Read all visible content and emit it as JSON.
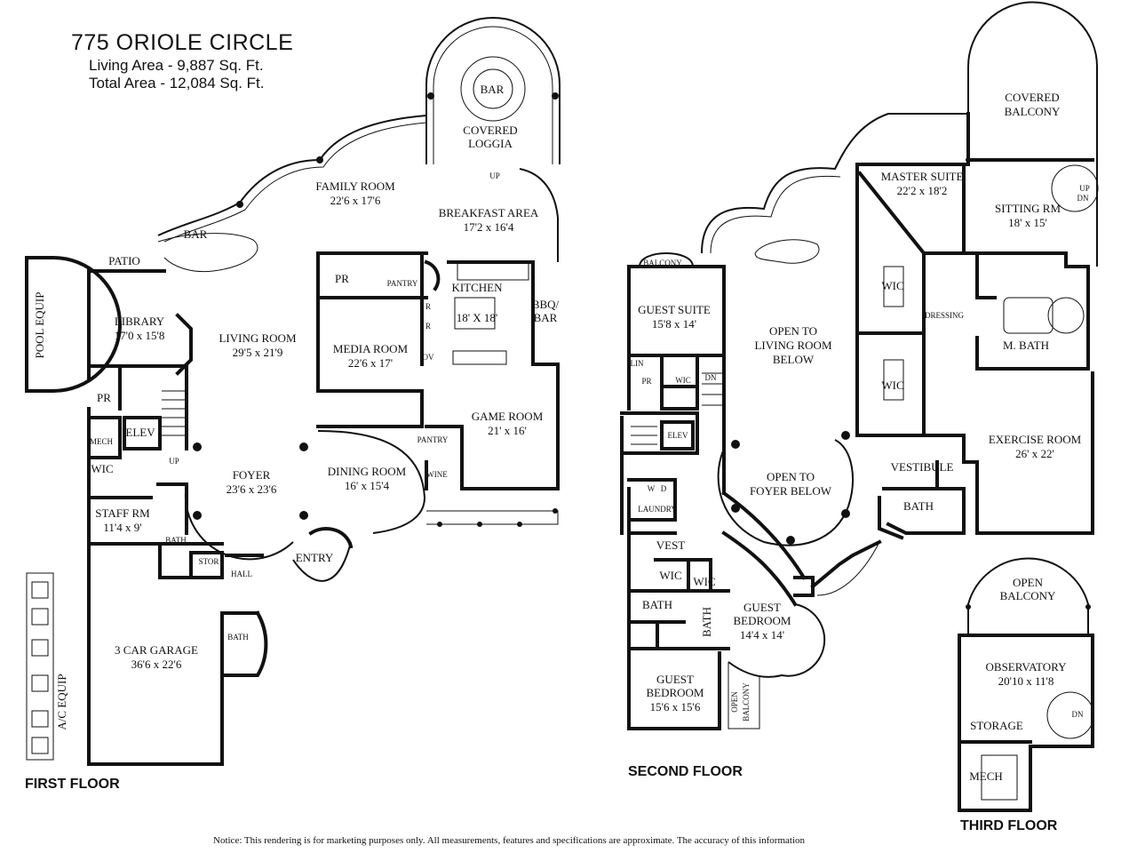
{
  "header": {
    "address": "775 ORIOLE CIRCLE",
    "living_area": "Living Area - 9,887 Sq. Ft.",
    "total_area": "Total Area - 12,084 Sq. Ft."
  },
  "floors": {
    "first": "FIRST FLOOR",
    "second": "SECOND FLOOR",
    "third": "THIRD FLOOR"
  },
  "rooms": {
    "covered_loggia": [
      "COVERED",
      "LOGGIA"
    ],
    "bar_loggia": "BAR",
    "family_room": [
      "FAMILY ROOM",
      "22'6 x 17'6"
    ],
    "breakfast_area": [
      "BREAKFAST AREA",
      "17'2 x 16'4"
    ],
    "bar_patio": "BAR",
    "patio": "PATIO",
    "pool_equip": "POOL EQUIP",
    "library": [
      "LIBRARY",
      "17'0 x 15'8"
    ],
    "living_room": [
      "LIVING ROOM",
      "29'5 x 21'9"
    ],
    "pr_first": "PR",
    "pantry_first": "PANTRY",
    "kitchen": [
      "KITCHEN",
      "18' X 18'"
    ],
    "bbq_bar": [
      "BBQ/",
      "BAR"
    ],
    "media_room": [
      "MEDIA ROOM",
      "22'6 x 17'"
    ],
    "game_room": [
      "GAME ROOM",
      "21' x 16'"
    ],
    "pr_mech": "PR",
    "mech_first": "MECH",
    "elev_first": "ELEV",
    "wic_first": "WIC",
    "foyer": [
      "FOYER",
      "23'6 x 23'6"
    ],
    "dining_room": [
      "DINING ROOM",
      "16' x 15'4"
    ],
    "pantry_dining": "PANTRY",
    "wine": "WINE",
    "staff_rm": [
      "STAFF RM",
      "11'4 x 9'"
    ],
    "bath_staff": "BATH",
    "stor": "STOR",
    "hall": "HALL",
    "entry": "ENTRY",
    "garage": [
      "3 CAR GARAGE",
      "36'6 x 22'6"
    ],
    "bath_garage": "BATH",
    "ac_equip": "A/C EQUIP",
    "balcony_guest": "BALCONY",
    "guest_suite": [
      "GUEST SUITE",
      "15'8 x 14'"
    ],
    "open_living": [
      "OPEN TO",
      "LIVING ROOM",
      "BELOW"
    ],
    "lin": "LIN",
    "pr_second": "PR",
    "wic_second_a": "WIC",
    "dn_second": "DN",
    "elev_second": "ELEV",
    "open_foyer": [
      "OPEN TO",
      "FOYER BELOW"
    ],
    "w": "W",
    "d": "D",
    "laundry": "LAUNDRY",
    "vest": "VEST",
    "wic_second_b": "WIC",
    "wic_second_c": "WIC",
    "bath_second_a": "BATH",
    "bath_second_b": "BATH",
    "guest_bedroom_1": [
      "GUEST",
      "BEDROOM",
      "14'4 x 14'"
    ],
    "guest_bedroom_2": [
      "GUEST",
      "BEDROOM",
      "15'6 x 15'6"
    ],
    "open_balcony_side": [
      "OPEN",
      "BALCONY"
    ],
    "covered_balcony": [
      "COVERED",
      "BALCONY"
    ],
    "master_suite": [
      "MASTER SUITE",
      "22'2 x 18'2"
    ],
    "sitting_rm": [
      "SITTING RM",
      "18' x 15'"
    ],
    "up": "UP",
    "dn": "DN",
    "wic_master_a": "WIC",
    "wic_master_b": "WIC",
    "dressing": "DRESSING",
    "m_bath": "M. BATH",
    "vestibule": "VESTIBULE",
    "exercise_room": [
      "EXERCISE ROOM",
      "26' x 22'"
    ],
    "bath_vestibule": "BATH",
    "open_balcony_top": [
      "OPEN",
      "BALCONY"
    ],
    "observatory": [
      "OBSERVATORY",
      "20'10 x 11'8"
    ],
    "storage": "STORAGE",
    "mech_third": "MECH",
    "dn_third": "DN",
    "up_first": "UP",
    "up_loggia": "UP",
    "r1": "R",
    "r2": "R",
    "ov": "OV"
  },
  "notice": "Notice: This rendering is for marketing purposes only. All measurements, features and specifications are approximate. The accuracy of this information"
}
